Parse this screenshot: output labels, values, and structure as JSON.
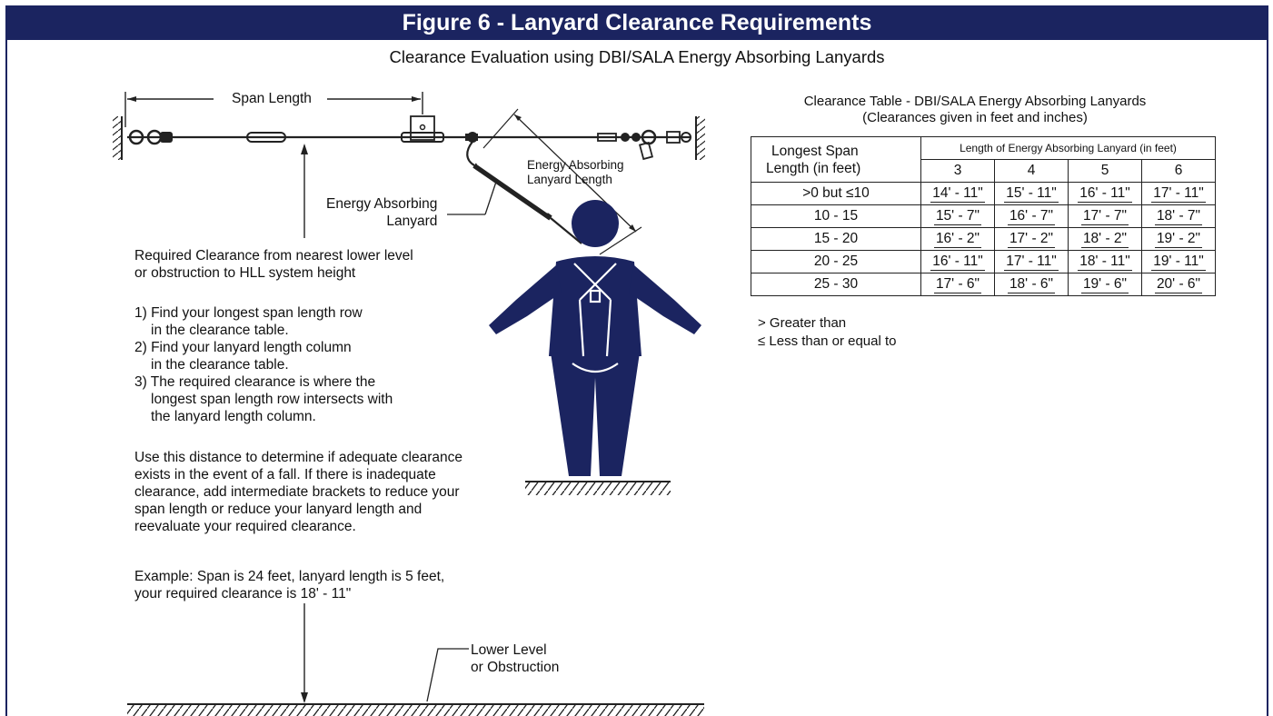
{
  "header": {
    "title": "Figure 6 - Lanyard Clearance Requirements",
    "subtitle": "Clearance Evaluation using DBI/SALA Energy Absorbing Lanyards"
  },
  "diagram": {
    "span_length_label": "Span Length",
    "lanyard_label_line1": "Energy Absorbing",
    "lanyard_label_line2": "Lanyard",
    "lanyard_length_line1": "Energy Absorbing",
    "lanyard_length_line2": "Lanyard Length",
    "lower_level_line1": "Lower Level",
    "lower_level_line2": "or Obstruction"
  },
  "instructions": {
    "required_line1": "Required Clearance from nearest lower level",
    "required_line2": "or obstruction to HLL system height",
    "steps": [
      "1) Find your longest span length row",
      "in the clearance table.",
      "2) Find your lanyard length column",
      "in the clearance table.",
      "3) The required clearance is where the",
      "longest span length row intersects with",
      "the lanyard length column."
    ],
    "paragraph": [
      "Use this distance to determine if adequate clearance",
      "exists in the event of a fall. If there is inadequate",
      "clearance, add intermediate brackets to reduce your",
      "span length or reduce your  lanyard length and",
      "reevaluate your required clearance."
    ],
    "example": [
      "Example: Span is 24 feet, lanyard length is 5 feet,",
      "your required clearance is 18' - 11\""
    ]
  },
  "table": {
    "caption_line1": "Clearance Table - DBI/SALA Energy Absorbing Lanyards",
    "caption_line2": "(Clearances given in feet and inches)",
    "row_header_line1": "Longest Span",
    "row_header_line2": "Length (in feet)",
    "col_group_title": "Length of Energy Absorbing Lanyard (in feet)",
    "columns": [
      "3",
      "4",
      "5",
      "6"
    ],
    "rows": [
      {
        "span": ">0 but ≤10",
        "values": [
          "14' - 11\"",
          "15' - 11\"",
          "16' - 11\"",
          "17' - 11\""
        ]
      },
      {
        "span": "10 - 15",
        "values": [
          "15' - 7\"",
          "16' - 7\"",
          "17' - 7\"",
          "18' - 7\""
        ]
      },
      {
        "span": "15 - 20",
        "values": [
          "16' - 2\"",
          "17' - 2\"",
          "18' - 2\"",
          "19' - 2\""
        ]
      },
      {
        "span": "20 - 25",
        "values": [
          "16' - 11\"",
          "17' - 11\"",
          "18' - 11\"",
          "19' - 11\""
        ]
      },
      {
        "span": "25 - 30",
        "values": [
          "17' - 6\"",
          "18' - 6\"",
          "19' - 6\"",
          "20' - 6\""
        ]
      }
    ]
  },
  "legend": {
    "greater": "> Greater than",
    "less_equal": "≤ Less than or equal to"
  },
  "colors": {
    "header_bg": "#1b2460",
    "figure": "#1b2460",
    "line": "#222222"
  }
}
